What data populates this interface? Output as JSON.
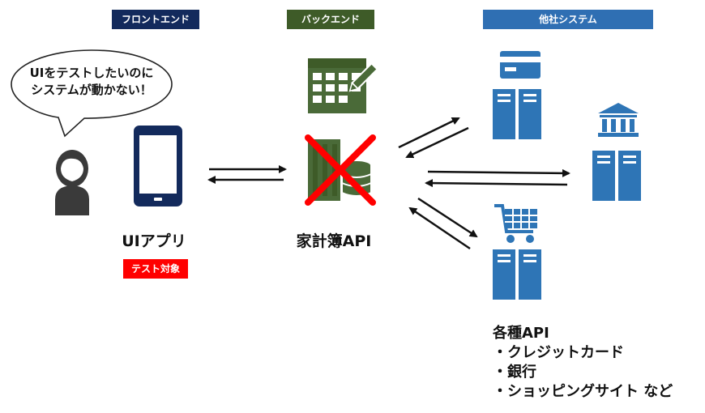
{
  "sections": {
    "frontend": "フロントエンド",
    "backend": "バックエンド",
    "external": "他社システム"
  },
  "bubble": {
    "line1": "UIをテストしたいのに",
    "line2": "システムが動かない！"
  },
  "ui_app": {
    "label": "UIアプリ",
    "badge": "テスト対象"
  },
  "backend_api": {
    "label": "家計簿API"
  },
  "external_apis": {
    "title": "各種API",
    "items": [
      "・クレジットカード",
      "・銀行",
      "・ショッピングサイト など"
    ]
  },
  "colors": {
    "frontend": "#132a5c",
    "backend": "#3e5b28",
    "external": "#2f6fb3",
    "badge": "#ff0000",
    "cross": "#ff0000",
    "server": "#2e75b6",
    "backend_icon": "#4a6a38"
  },
  "icons": {
    "user": "person-icon",
    "phone": "smartphone-icon",
    "calendar": "calendar-pencil-icon",
    "database": "database-server-icon",
    "card": "credit-card-icon",
    "bank": "bank-icon",
    "cart": "shopping-cart-icon",
    "server": "server-icon"
  }
}
